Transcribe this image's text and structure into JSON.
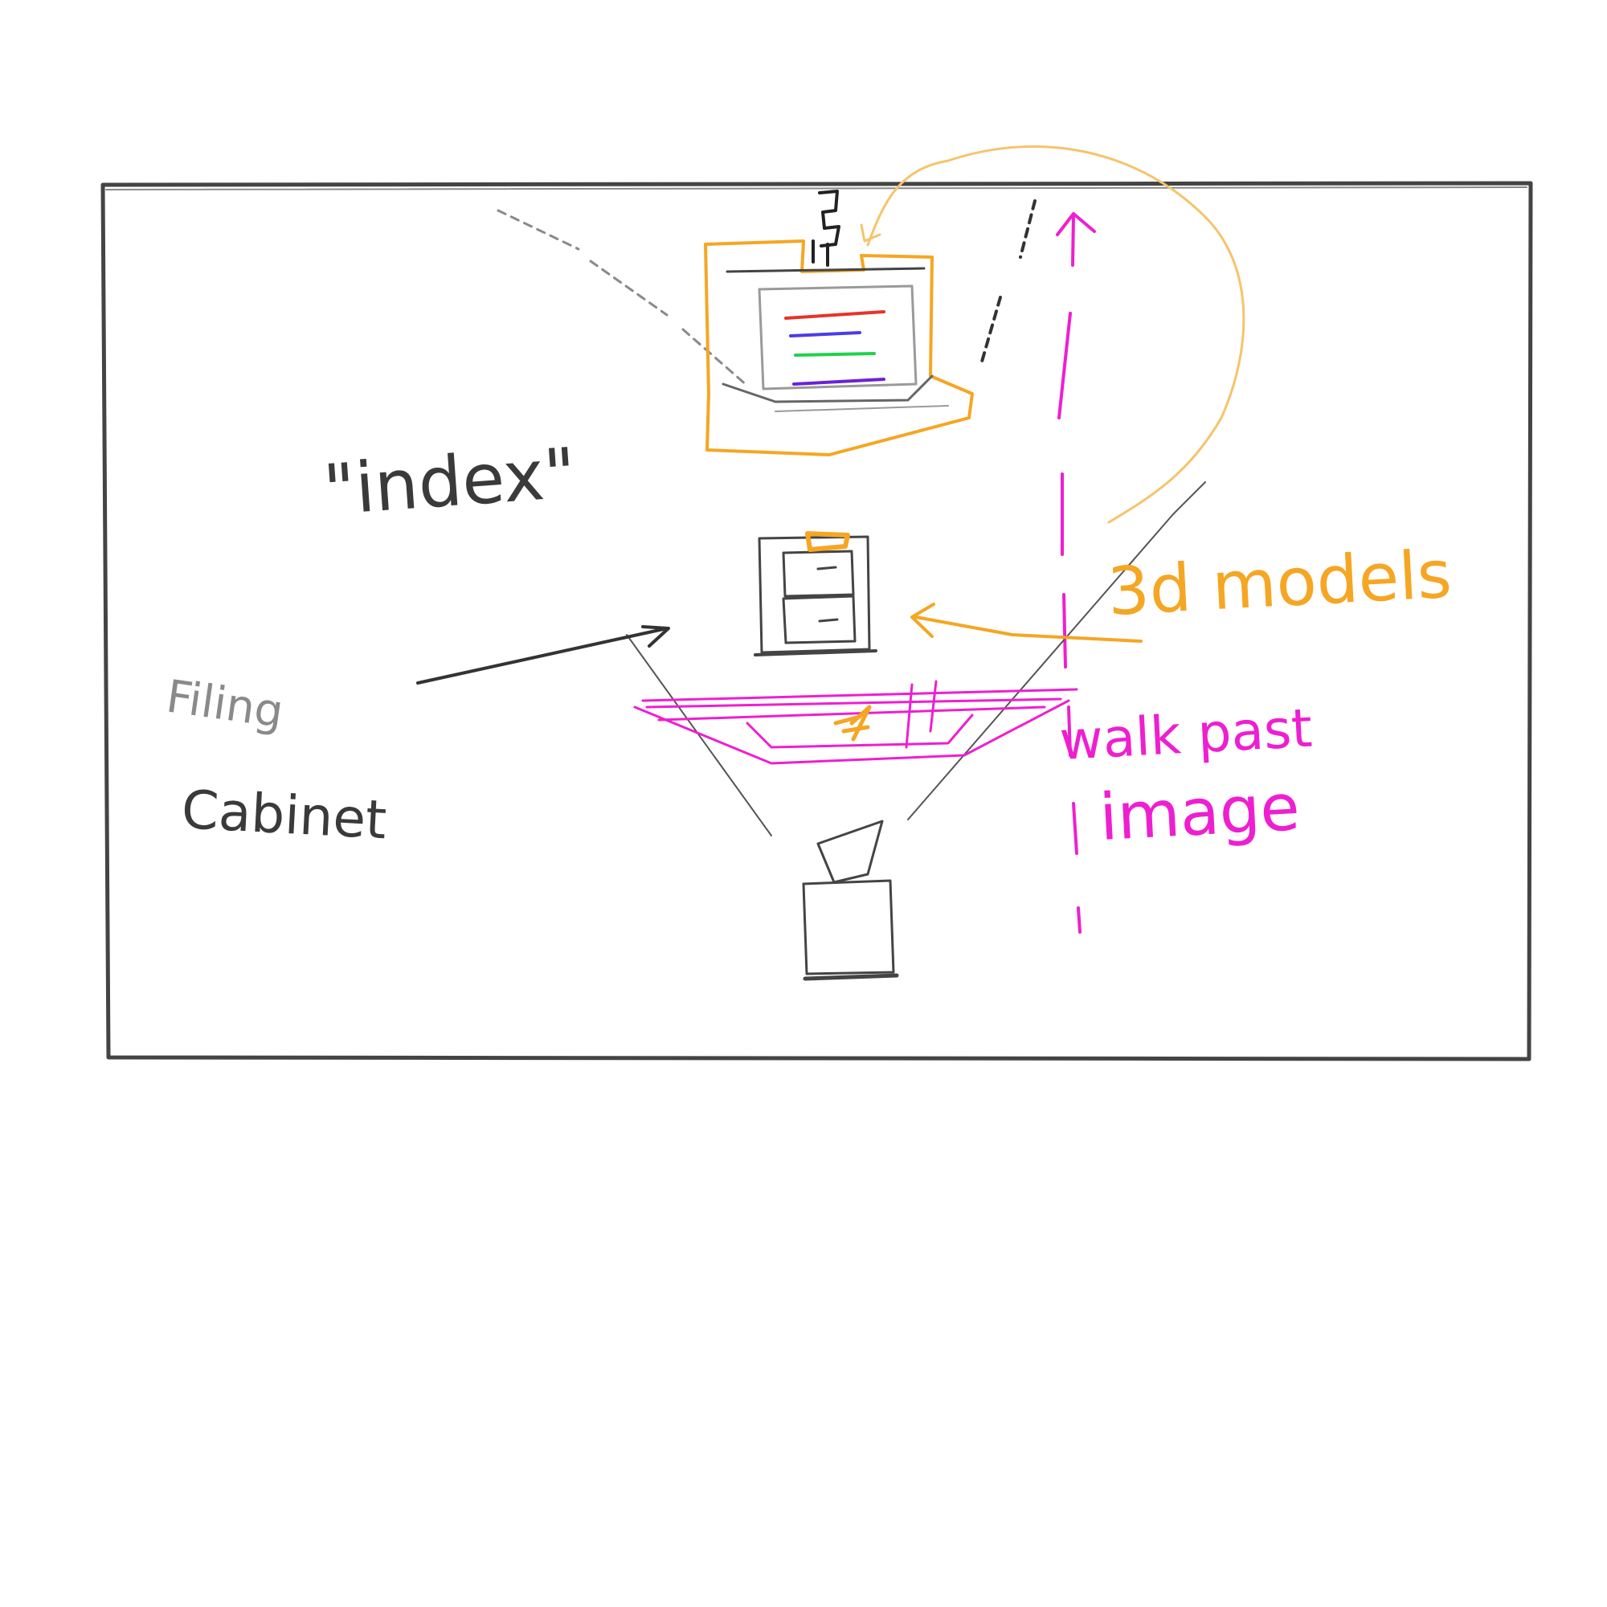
{
  "labels": {
    "index": "\"index\"",
    "filing_line1": "Filing",
    "filing_line2": "Cabinet",
    "models": "3d models",
    "walk_line1": "walk past",
    "walk_line2": "image"
  },
  "colors": {
    "graphite": "#3a3a3a",
    "light_graphite": "#9a9a9a",
    "orange": "#f5a623",
    "magenta": "#ee1fd0",
    "red_line": "#e8322b",
    "blue_line": "#4a3ce8",
    "green_line": "#22d14a",
    "purple_line": "#6b22d6"
  }
}
